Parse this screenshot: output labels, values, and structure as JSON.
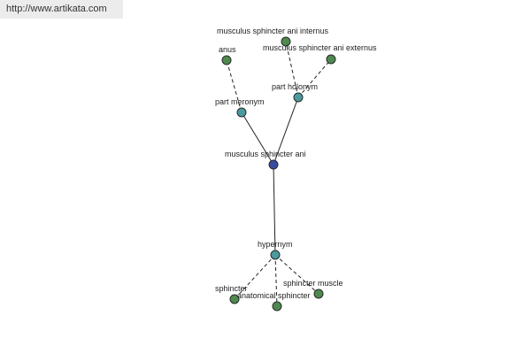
{
  "header": {
    "url": "http://www.artikata.com"
  },
  "graph": {
    "center": {
      "label": "musculus sphincter ani",
      "color": "#3a4aa0"
    },
    "relation_nodes": [
      {
        "id": "part-holonym",
        "label": "part holonym",
        "color": "#4a9a9e"
      },
      {
        "id": "part-meronym",
        "label": "part meronym",
        "color": "#4a9a9e"
      },
      {
        "id": "hypernym",
        "label": "hypernym",
        "color": "#4a9a9e"
      }
    ],
    "leaf_nodes": [
      {
        "id": "musculus-sphincter-ani-internus",
        "parent": "part-holonym",
        "label": "musculus sphincter ani internus",
        "color": "#4e8a4e"
      },
      {
        "id": "musculus-sphincter-ani-externus",
        "parent": "part-holonym",
        "label": "musculus sphincter ani externus",
        "color": "#4e8a4e"
      },
      {
        "id": "anus",
        "parent": "part-meronym",
        "label": "anus",
        "color": "#4e8a4e"
      },
      {
        "id": "sphincter",
        "parent": "hypernym",
        "label": "sphincter",
        "color": "#4e8a4e"
      },
      {
        "id": "anatomical-sphincter",
        "parent": "hypernym",
        "label": "anatomical sphincter",
        "color": "#4e8a4e"
      },
      {
        "id": "sphincter-muscle",
        "parent": "hypernym",
        "label": "sphincter muscle",
        "color": "#4e8a4e"
      }
    ]
  }
}
